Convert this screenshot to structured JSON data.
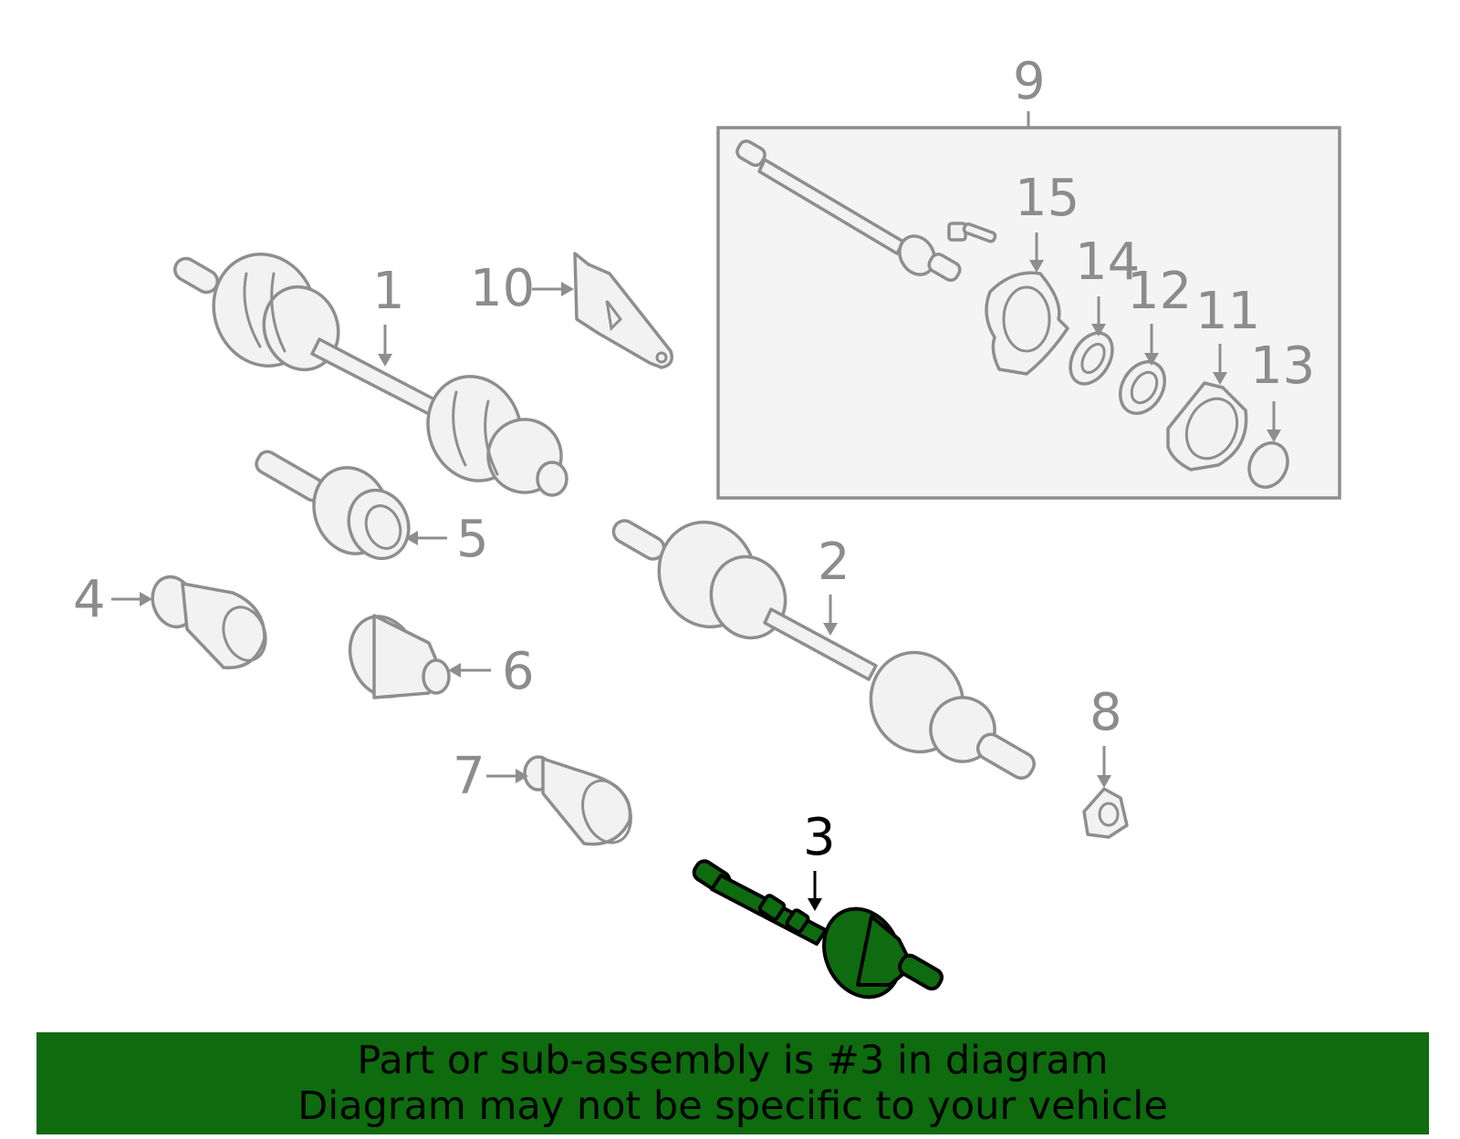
{
  "callouts": {
    "c1": "1",
    "c2": "2",
    "c3": "3",
    "c4": "4",
    "c5": "5",
    "c6": "6",
    "c7": "7",
    "c8": "8",
    "c9": "9",
    "c10": "10",
    "c11": "11",
    "c12": "12",
    "c13": "13",
    "c14": "14",
    "c15": "15"
  },
  "highlighted_part": "3",
  "colors": {
    "highlight": "#0f6b0f",
    "banner": "#0e6b0e",
    "ghost_stroke": "#8e8e8e"
  },
  "banner": {
    "line1": "Part or sub-assembly is #3 in diagram",
    "line2": "Diagram may not be specific to your vehicle"
  }
}
